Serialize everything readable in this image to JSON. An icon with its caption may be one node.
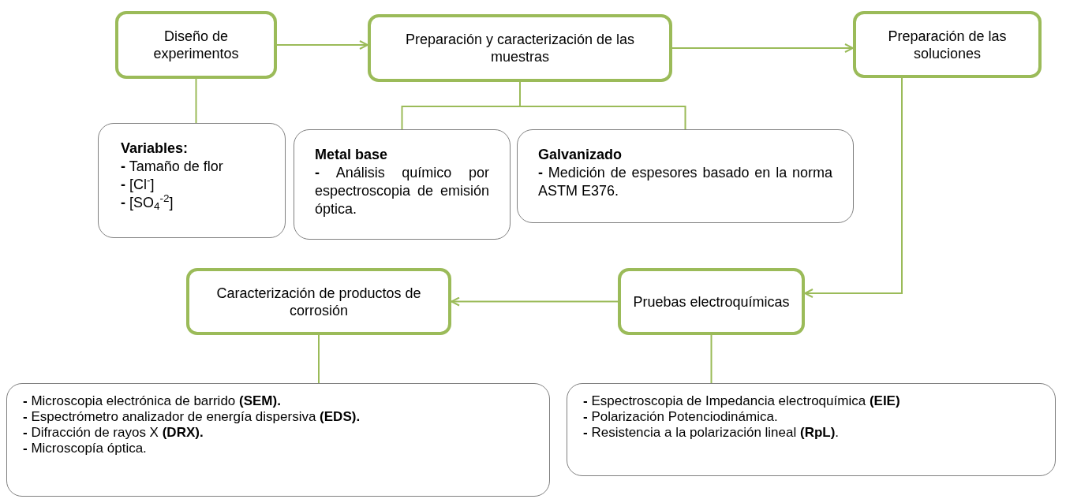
{
  "diagram": {
    "nodes": [
      {
        "text": [
          "Diseño de experimentos"
        ]
      },
      {
        "text": [
          "Preparación y caracterización de las muestras"
        ]
      },
      {
        "text": [
          "Preparación de las soluciones"
        ]
      },
      {
        "text": [
          "Variables:",
          "**-** Tamaño de flor",
          "**-** [Cl$^{-}$]",
          "**-** [SO$_{4}$$^{-2}$]"
        ]
      },
      {
        "text": [
          "Metal base",
          "**-** Análisis químico por espectroscopia de emisión óptica."
        ]
      },
      {
        "text": [
          "Galvanizado",
          "**-** Medición de espesores basado en la norma ASTM E376."
        ]
      },
      {
        "text": [
          "Caracterización de productos de corrosión"
        ]
      },
      {
        "text": [
          "Pruebas electroquímicas"
        ]
      },
      {
        "text": [
          "**-** Microscopia electrónica de barrido **(SEM).**",
          "**-** Espectrómetro analizador de energía dispersiva **(EDS).**",
          "**-** Difracción de rayos X **(DRX).**",
          "**-** Microscopía óptica."
        ]
      },
      {
        "text": [
          "**-** Espectroscopia de Impedancia electroquímica **(EIE)**",
          "**-** Polarización Potenciodinámica.",
          "**-** Resistencia a la polarización lineal **(RpL)**."
        ]
      }
    ],
    "edges": [
      {
        "from": 0,
        "to": 1,
        "arrow": "to"
      },
      {
        "from": 1,
        "to": 2,
        "arrow": "to"
      },
      {
        "from": 0,
        "to": 3,
        "arrow": "none"
      },
      {
        "from": 1,
        "to": 4,
        "arrow": "none"
      },
      {
        "from": 1,
        "to": 5,
        "arrow": "none"
      },
      {
        "from": 2,
        "to": 7,
        "arrow": "to"
      },
      {
        "from": 7,
        "to": 6,
        "arrow": "to"
      },
      {
        "from": 6,
        "to": 8,
        "arrow": "none"
      },
      {
        "from": 7,
        "to": 9,
        "arrow": "none"
      }
    ]
  }
}
